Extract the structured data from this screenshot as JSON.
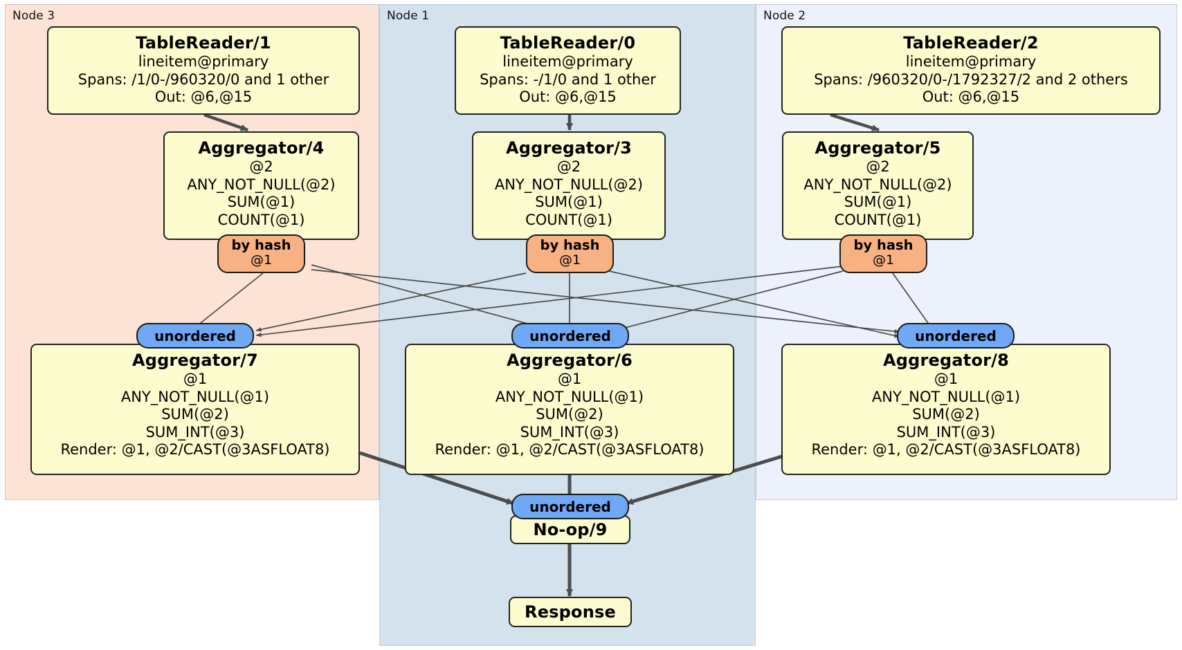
{
  "diagram": {
    "type": "distributed-query-plan",
    "colors": {
      "node3_bg": "#fce3d5",
      "node1_bg": "#d3e2ec",
      "node2_bg": "#ecf1fb",
      "processor_box": "#fcfcce",
      "by_hash_badge": "#f7b183",
      "unordered_badge": "#6fa8f5",
      "edge": "#3d3d3d"
    },
    "regions": [
      {
        "id": "node3",
        "label": "Node 3"
      },
      {
        "id": "node1",
        "label": "Node 1"
      },
      {
        "id": "node2",
        "label": "Node 2"
      }
    ],
    "processors": {
      "tablereader1": {
        "title": "TableReader/1",
        "lines": [
          "lineitem@primary",
          "Spans: /1/0-/960320/0 and 1 other",
          "Out: @6,@15"
        ]
      },
      "tablereader0": {
        "title": "TableReader/0",
        "lines": [
          "lineitem@primary",
          "Spans: -/1/0 and 1 other",
          "Out: @6,@15"
        ]
      },
      "tablereader2": {
        "title": "TableReader/2",
        "lines": [
          "lineitem@primary",
          "Spans: /960320/0-/1792327/2 and 2 others",
          "Out: @6,@15"
        ]
      },
      "aggregator4": {
        "title": "Aggregator/4",
        "lines": [
          "@2",
          "ANY_NOT_NULL(@2)",
          "SUM(@1)",
          "COUNT(@1)"
        ]
      },
      "aggregator3": {
        "title": "Aggregator/3",
        "lines": [
          "@2",
          "ANY_NOT_NULL(@2)",
          "SUM(@1)",
          "COUNT(@1)"
        ]
      },
      "aggregator5": {
        "title": "Aggregator/5",
        "lines": [
          "@2",
          "ANY_NOT_NULL(@2)",
          "SUM(@1)",
          "COUNT(@1)"
        ]
      },
      "aggregator7": {
        "title": "Aggregator/7",
        "lines": [
          "@1",
          "ANY_NOT_NULL(@1)",
          "SUM(@2)",
          "SUM_INT(@3)",
          "Render: @1, @2/CAST(@3ASFLOAT8)"
        ]
      },
      "aggregator6": {
        "title": "Aggregator/6",
        "lines": [
          "@1",
          "ANY_NOT_NULL(@1)",
          "SUM(@2)",
          "SUM_INT(@3)",
          "Render: @1, @2/CAST(@3ASFLOAT8)"
        ]
      },
      "aggregator8": {
        "title": "Aggregator/8",
        "lines": [
          "@1",
          "ANY_NOT_NULL(@1)",
          "SUM(@2)",
          "SUM_INT(@3)",
          "Render: @1, @2/CAST(@3ASFLOAT8)"
        ]
      },
      "noop9": {
        "title": "No-op/9",
        "lines": []
      },
      "response": {
        "title": "Response",
        "lines": []
      }
    },
    "routers": {
      "hash_left": {
        "kind": "by hash",
        "column": "@1"
      },
      "hash_mid": {
        "kind": "by hash",
        "column": "@1"
      },
      "hash_right": {
        "kind": "by hash",
        "column": "@1"
      },
      "unordered_left": {
        "label": "unordered"
      },
      "unordered_mid": {
        "label": "unordered"
      },
      "unordered_right": {
        "label": "unordered"
      },
      "unordered_final": {
        "label": "unordered"
      }
    }
  }
}
